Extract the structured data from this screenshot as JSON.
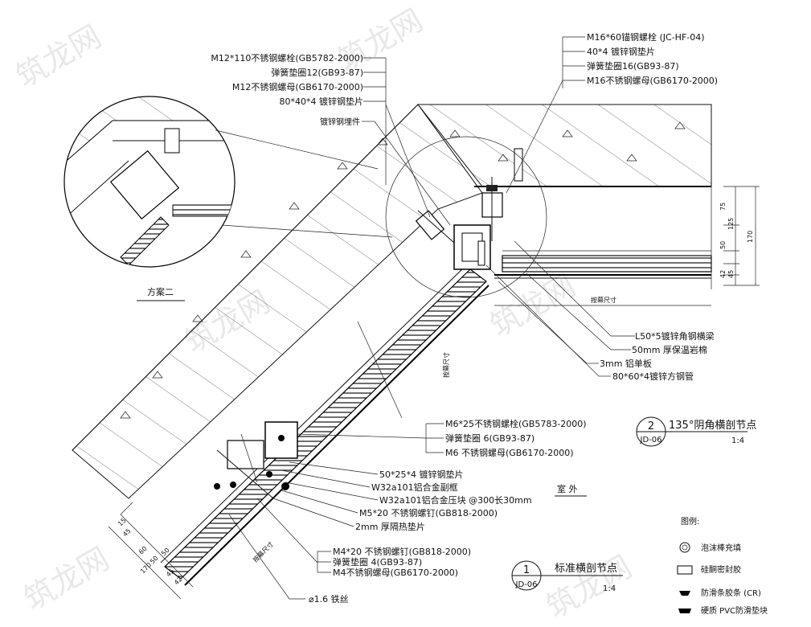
{
  "watermark": "筑龙网",
  "detail_top": {
    "labels_left": [
      "M12*110不锈钢螺栓(GB5782-2000)",
      "弹簧垫圈12(GB93-87)",
      "M12不锈钢螺母(GB6170-2000)",
      "80*40*4 镀锌钢垫片"
    ],
    "labels_right": [
      "M16*60锚钢螺栓 (JC-HF-04)",
      "40*4 镀锌钢垫片",
      "弹簧垫圈16(GB93-87)",
      "M16不锈钢螺母(GB6170-2000)"
    ],
    "label_steel": "镀锌钢埋件",
    "labels_bottom": [
      "L50*5镀锌角钢横梁",
      "50mm 厚保温岩棉",
      "3mm 铝单板",
      "80*60*4镀锌方钢管"
    ],
    "dims": [
      "75",
      "125",
      "170",
      "50",
      "45",
      "42"
    ],
    "dim_note": "按幕尺寸",
    "plan2": "方案二",
    "title_no": "2",
    "title_ref": "JD-06",
    "title": "135°阴角横剖节点",
    "scale": "1:4"
  },
  "detail_bottom": {
    "labels": [
      "M6*25不锈钢螺栓(GB5783-2000)",
      "弹簧垫圈 6(GB93-87)",
      "M6 不锈钢螺母(GB6170-2000)",
      "50*25*4 镀锌钢垫片",
      "W32a101铝合金副框",
      "W32a101铝合金压块 @300长30mm",
      "M5*20 不锈钢螺钉(GB818-2000)",
      "2mm 厚隔热垫片",
      "M4*20 不锈钢螺钉(GB818-2000)",
      "弹簧垫圈 4(GB93-87)",
      "M4不锈钢螺母(GB6170-2000)",
      "⌀1.6 铁丝"
    ],
    "outdoor": "室 外",
    "dims": [
      "15",
      "45",
      "60",
      "50",
      "50",
      "170",
      "45",
      "42"
    ],
    "dim_note_1": "按幕尺寸",
    "dim_note_2": "按幕尺寸",
    "title_no": "1",
    "title_ref": "JD-06",
    "title": "标准横剖节点",
    "scale": "1:4"
  },
  "legend": {
    "heading": "图例:",
    "items": [
      "泡沫棒充填",
      "硅酮密封胶",
      "防滑条胶条 (CR)",
      "硬质 PVC防滑垫块"
    ]
  }
}
